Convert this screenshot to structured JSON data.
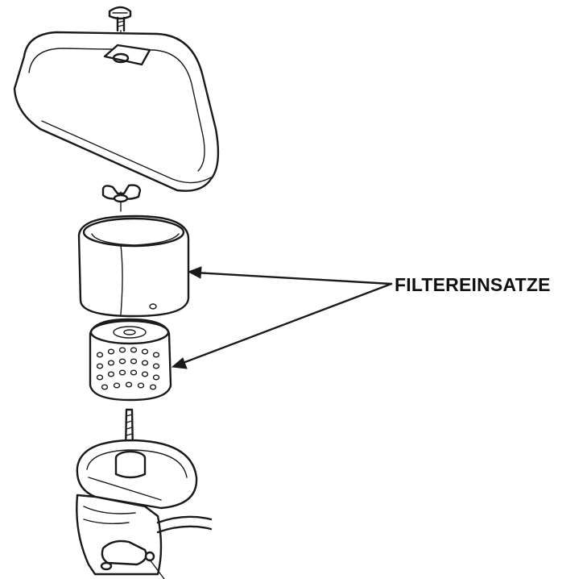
{
  "labels": {
    "filter_elements": "FILTEREINSATZE"
  },
  "parts": {
    "screw": "screw-icon",
    "cover": "air-cleaner-cover",
    "wing_nut": "wing-nut-icon",
    "foam_element": "foam-filter-element",
    "paper_element": "paper-filter-element",
    "base": "air-cleaner-base"
  },
  "colors": {
    "line": "#1a1a1a",
    "background": "#ffffff"
  }
}
